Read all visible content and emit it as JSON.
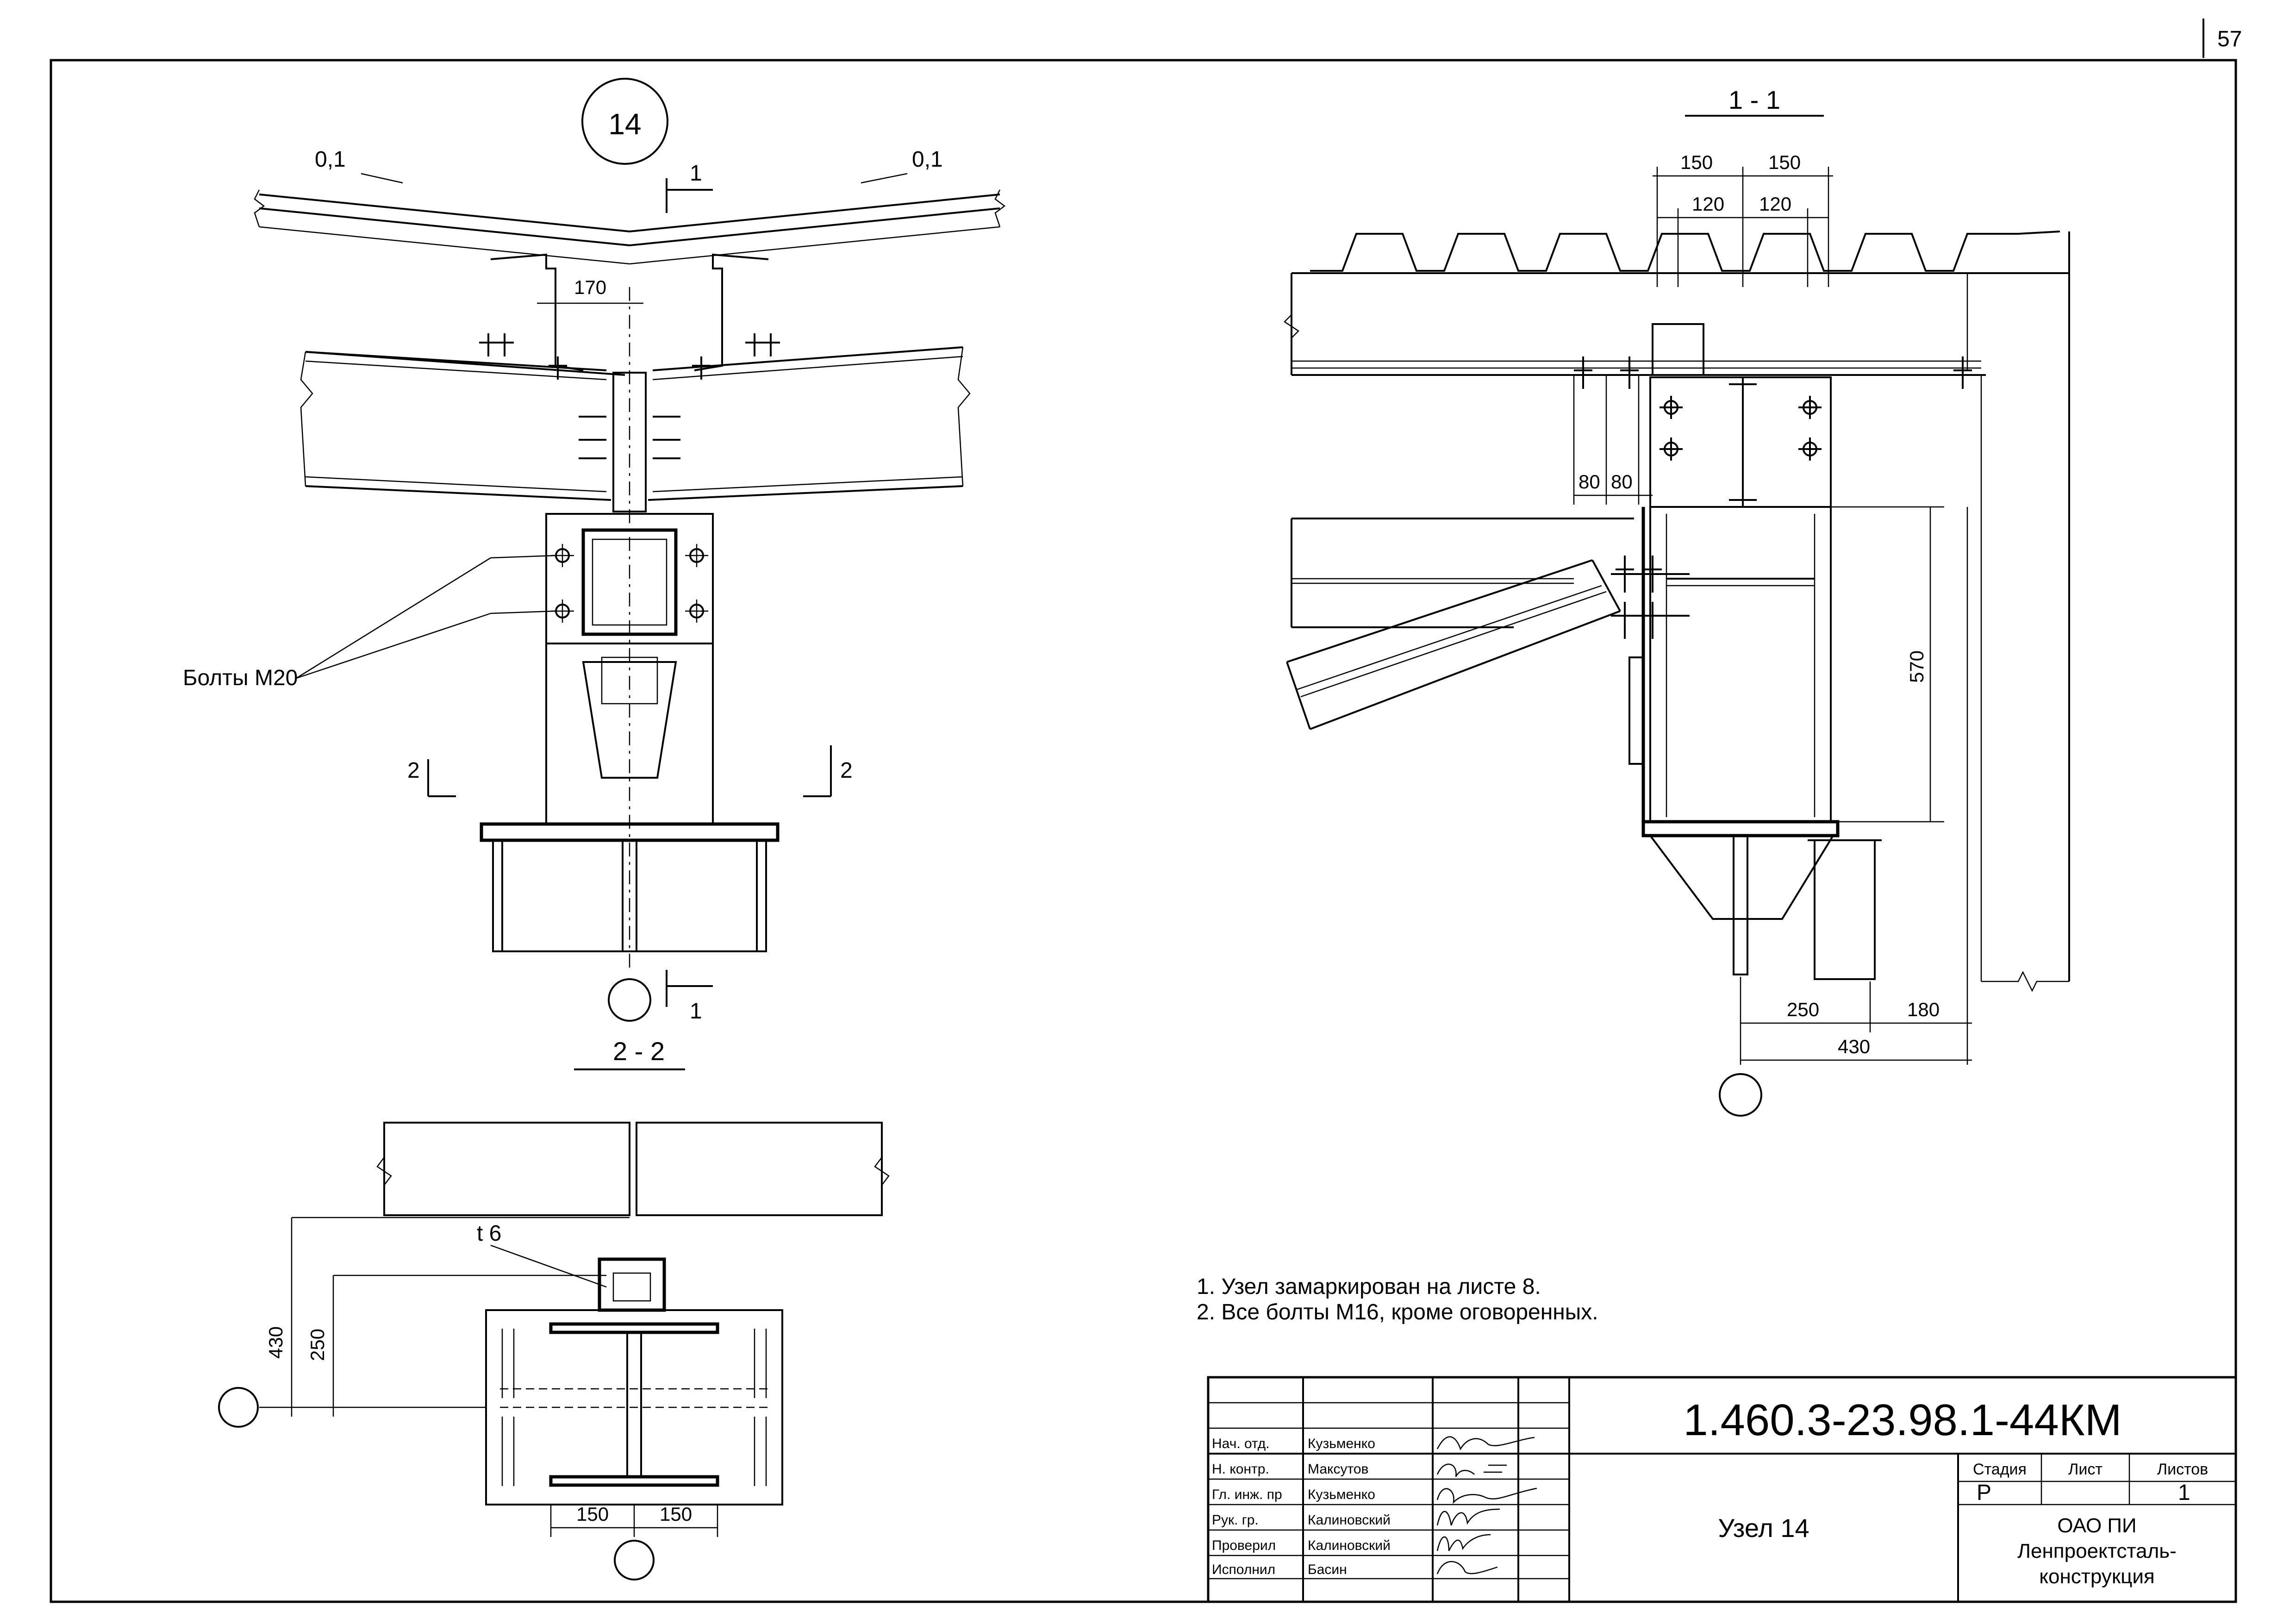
{
  "sheet": {
    "page_number": "57",
    "node_number": "14",
    "slope_left": "0,1",
    "slope_right": "0,1",
    "bolts_label": "Болты М20",
    "plate_label": "t 6"
  },
  "sections": {
    "sec_1_1": "1 - 1",
    "sec_2_2": "2 - 2",
    "cut_mark_1": "1",
    "cut_mark_2": "2"
  },
  "dimensions": {
    "d170": "170",
    "d150a": "150",
    "d150b": "150",
    "d120a": "120",
    "d120b": "120",
    "d80a": "80",
    "d80b": "80",
    "d570": "570",
    "d250": "250",
    "d180": "180",
    "d430": "430",
    "d430v": "430",
    "d250v": "250",
    "d150c": "150",
    "d150d": "150"
  },
  "notes": [
    "1. Узел замаркирован на листе 8.",
    "2. Все болты М16, кроме оговоренных."
  ],
  "title_block": {
    "code": "1.460.3-23.98.1-44КМ",
    "drawing_title": "Узел 14",
    "stage_header": "Стадия",
    "sheet_header": "Лист",
    "sheets_header": "Листов",
    "stage_value": "Р",
    "sheets_value": "1",
    "org_line1": "ОАО ПИ",
    "org_line2": "Ленпроектсталь-",
    "org_line3": "конструкция",
    "roles": [
      {
        "role": "Нач. отд.",
        "name": "Кузьменко"
      },
      {
        "role": "Н. контр.",
        "name": "Максутов"
      },
      {
        "role": "Гл. инж. пр",
        "name": "Кузьменко"
      },
      {
        "role": "Рук. гр.",
        "name": "Калиновский"
      },
      {
        "role": "Проверил",
        "name": "Калиновский"
      },
      {
        "role": "Исполнил",
        "name": "Басин"
      }
    ]
  },
  "colors": {
    "ink": "#000000",
    "paper": "#ffffff"
  }
}
